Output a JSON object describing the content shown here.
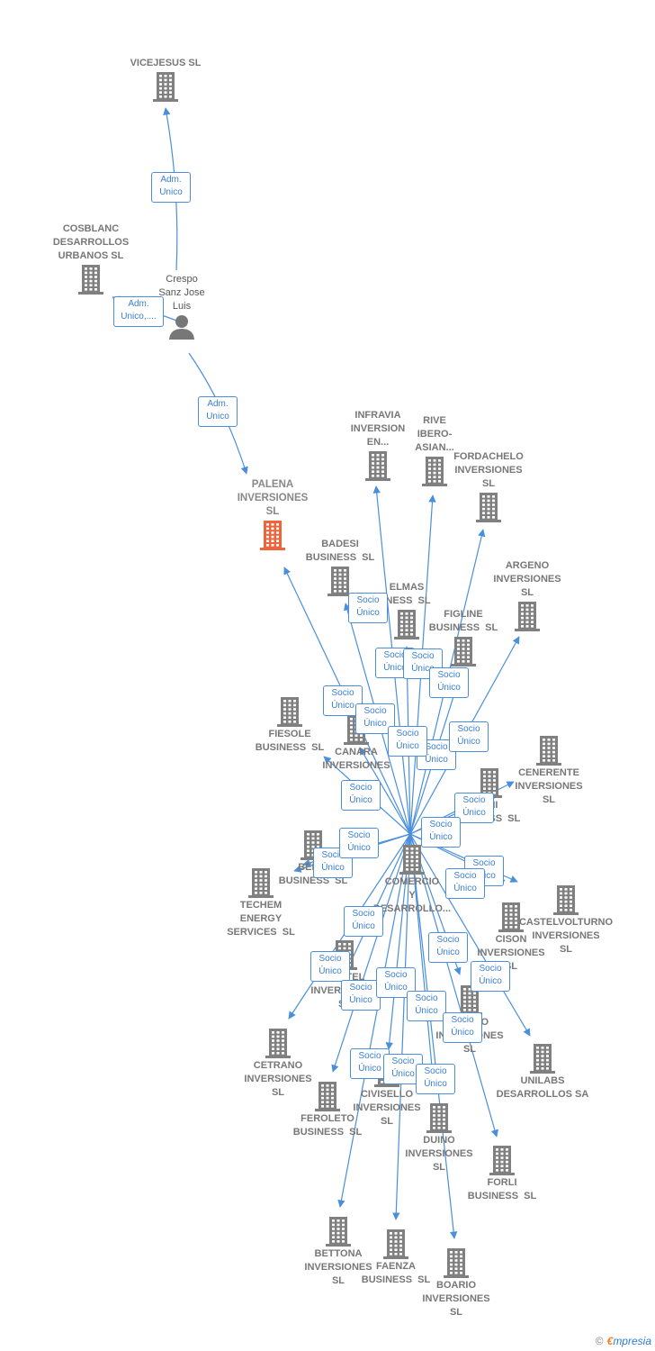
{
  "colors": {
    "edge": "#4a8fdc",
    "building": "#808080",
    "main_building": "#f0643c",
    "person": "#777777"
  },
  "icons": {
    "company": "building-icon",
    "main": "building-icon",
    "person": "person-icon"
  },
  "nodes": [
    {
      "id": "vicejesus",
      "label": "VICEJESUS SL",
      "type": "company"
    },
    {
      "id": "cosblanc",
      "label": "COSBLANC\nDESARROLLOS\nURBANOS SL",
      "type": "company"
    },
    {
      "id": "crespo",
      "label": "Crespo\nSanz Jose\nLuis",
      "type": "person"
    },
    {
      "id": "palena",
      "label": "PALENA\nINVERSIONES\nSL",
      "type": "main"
    },
    {
      "id": "infravia",
      "label": "INFRAVIA\nINVERSION\nEN...",
      "type": "company"
    },
    {
      "id": "rive",
      "label": "RIVE\nIBERO-\nASIAN...",
      "type": "company"
    },
    {
      "id": "fordachelo",
      "label": "FORDACHELO\nINVERSIONES\nSL",
      "type": "company"
    },
    {
      "id": "badesi",
      "label": "BADESI\nBUSINESS  SL",
      "type": "company"
    },
    {
      "id": "elmas",
      "label": "ELMAS\nINESS  SL",
      "type": "company"
    },
    {
      "id": "figline",
      "label": "FIGLINE\nBUSINESS  SL",
      "type": "company"
    },
    {
      "id": "argeno",
      "label": "ARGENO\nINVERSIONES\nSL",
      "type": "company"
    },
    {
      "id": "fiesole",
      "label": "FIESOLE\nBUSINESS  SL",
      "type": "company"
    },
    {
      "id": "canara",
      "label": "CANARA\nINVERSIONES",
      "type": "company"
    },
    {
      "id": "cenerente",
      "label": "CENERENTE\nINVERSIONES\nSL",
      "type": "company"
    },
    {
      "id": "ani",
      "label": "ANI\nUSINESS  SL",
      "type": "company"
    },
    {
      "id": "comercio",
      "label": "COMERCIO\nY\nDESARROLLO...",
      "type": "company"
    },
    {
      "id": "belgi",
      "label": "BELGI\nBUSINESS  SL",
      "type": "company"
    },
    {
      "id": "techem",
      "label": "TECHEM\nENERGY\nSERVICES  SL",
      "type": "company"
    },
    {
      "id": "castelvolturno",
      "label": "CASTELVOLTURNO\nINVERSIONES\nSL",
      "type": "company"
    },
    {
      "id": "cison",
      "label": "CISON\nINVERSIONES\nSL",
      "type": "company"
    },
    {
      "id": "costel",
      "label": "COSTEL\nINVERSIONES\nSL",
      "type": "company"
    },
    {
      "id": "cassio",
      "label": "CASSIO\nINVERSIONES\nSL",
      "type": "company"
    },
    {
      "id": "cetrano",
      "label": "CETRANO\nINVERSIONES\nSL",
      "type": "company"
    },
    {
      "id": "unilabs",
      "label": "UNILABS\nDESARROLLOS SA",
      "type": "company"
    },
    {
      "id": "feroleto",
      "label": "FEROLETO\nBUSINESS  SL",
      "type": "company"
    },
    {
      "id": "civisello",
      "label": "CIVISELLO\nINVERSIONES\nSL",
      "type": "company"
    },
    {
      "id": "duino",
      "label": "DUINO\nINVERSIONES\nSL",
      "type": "company"
    },
    {
      "id": "forli",
      "label": "FORLI\nBUSINESS  SL",
      "type": "company"
    },
    {
      "id": "bettona",
      "label": "BETTONA\nINVERSIONES\nSL",
      "type": "company"
    },
    {
      "id": "faenza",
      "label": "FAENZA\nBUSINESS  SL",
      "type": "company"
    },
    {
      "id": "boario",
      "label": "BOARIO\nINVERSIONES\nSL",
      "type": "company"
    }
  ],
  "relations": [
    {
      "from": "crespo",
      "to": "vicejesus",
      "label": "Adm.\nUnico"
    },
    {
      "from": "crespo",
      "to": "cosblanc",
      "label": "Adm.\nUnico,...."
    },
    {
      "from": "crespo",
      "to": "palena",
      "label": "Adm.\nUnico"
    },
    {
      "from": "comercio",
      "to": "palena",
      "label": "Socio\nÚnico"
    },
    {
      "from": "comercio",
      "to": "infravia",
      "label": "Socio\nÚnico"
    },
    {
      "from": "comercio",
      "to": "rive",
      "label": "Socio\nÚnico"
    },
    {
      "from": "comercio",
      "to": "fordachelo",
      "label": "Socio\nÚnico"
    },
    {
      "from": "comercio",
      "to": "badesi",
      "label": "Socio\nÚnico"
    },
    {
      "from": "comercio",
      "to": "elmas",
      "label": "Socio\nÚnico"
    },
    {
      "from": "comercio",
      "to": "figline",
      "label": "Socio\nÚnico"
    },
    {
      "from": "comercio",
      "to": "argeno",
      "label": "Socio\nÚnico"
    },
    {
      "from": "comercio",
      "to": "fiesole",
      "label": "Socio\nÚnico"
    },
    {
      "from": "comercio",
      "to": "canara",
      "label": "Socio\nÚnico"
    },
    {
      "from": "comercio",
      "to": "cenerente",
      "label": "Socio\nÚnico"
    },
    {
      "from": "comercio",
      "to": "ani",
      "label": "Socio\nÚnico"
    },
    {
      "from": "comercio",
      "to": "belgi",
      "label": "Socio\nÚnico"
    },
    {
      "from": "comercio",
      "to": "techem",
      "label": "Socio\nÚnico"
    },
    {
      "from": "comercio",
      "to": "castelvolturno",
      "label": "Socio\nÚnico"
    },
    {
      "from": "comercio",
      "to": "cison",
      "label": "Socio\nÚnico"
    },
    {
      "from": "comercio",
      "to": "costel",
      "label": "Socio\nÚnico"
    },
    {
      "from": "comercio",
      "to": "cassio",
      "label": "Socio\nÚnico"
    },
    {
      "from": "comercio",
      "to": "cetrano",
      "label": "Socio\nÚnico"
    },
    {
      "from": "comercio",
      "to": "unilabs",
      "label": "Socio\nÚnico"
    },
    {
      "from": "comercio",
      "to": "feroleto",
      "label": "Socio\nÚnico"
    },
    {
      "from": "comercio",
      "to": "civisello",
      "label": "Socio\nÚnico"
    },
    {
      "from": "comercio",
      "to": "duino",
      "label": "Socio\nÚnico"
    },
    {
      "from": "comercio",
      "to": "forli",
      "label": "Socio\nÚnico"
    },
    {
      "from": "comercio",
      "to": "bettona",
      "label": "Socio\nÚnico"
    },
    {
      "from": "comercio",
      "to": "faenza",
      "label": "Socio\nÚnico"
    },
    {
      "from": "comercio",
      "to": "boario",
      "label": "Socio\nÚnico"
    }
  ],
  "credit": {
    "copyright": "©",
    "brand_e": "€",
    "brand_rest": "mpresia"
  }
}
